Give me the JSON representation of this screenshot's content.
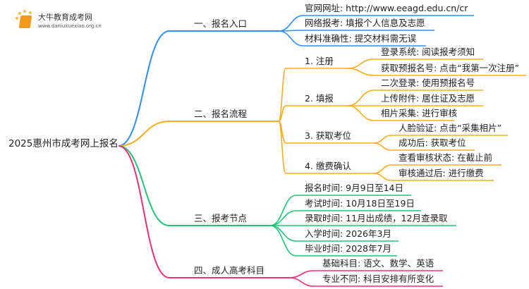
{
  "logo": {
    "name": "大牛教育成考网",
    "url": "www.daniuxuexiao.org.cn"
  },
  "colors": {
    "b1": "#2f8ef5",
    "b2": "#f6ad1f",
    "b3": "#22c378",
    "b4": "#ef2f76"
  },
  "root": "2025惠州市成考网上报名",
  "branches": [
    {
      "label": "一、报名入口",
      "children": [
        {
          "label": "官网网址: http://www.eeagd.edu.cn/cr"
        },
        {
          "label": "网络报考: 填报个人信息及志愿"
        },
        {
          "label": "材料准确性: 提交材料需无误"
        }
      ]
    },
    {
      "label": "二、报名流程",
      "children": [
        {
          "label": "1. 注册",
          "children": [
            {
              "label": "登录系统: 阅读报考须知"
            },
            {
              "label": "获取预报名号: 点击“我第一次注册”"
            }
          ]
        },
        {
          "label": "2. 填报",
          "children": [
            {
              "label": "二次登录: 使用预报名号"
            },
            {
              "label": "上传附件: 居住证及志愿"
            },
            {
              "label": "相片采集: 进行审核"
            }
          ]
        },
        {
          "label": "3. 获取考位",
          "children": [
            {
              "label": "人脸验证: 点击“采集相片”"
            },
            {
              "label": "成功后: 获取考位"
            }
          ]
        },
        {
          "label": "4. 缴费确认",
          "children": [
            {
              "label": "查看审核状态: 在截止前"
            },
            {
              "label": "审核通过后: 进行缴费"
            }
          ]
        }
      ]
    },
    {
      "label": "三、报考节点",
      "children": [
        {
          "label": "报名时间: 9月9日至14日"
        },
        {
          "label": "考试时间: 10月18日至19日"
        },
        {
          "label": "录取时间: 11月出成绩，12月查录取"
        },
        {
          "label": "入学时间: 2026年3月"
        },
        {
          "label": "毕业时间: 2028年7月"
        }
      ]
    },
    {
      "label": "四、成人高考科目",
      "children": [
        {
          "label": "基础科目: 语文、数学、英语"
        },
        {
          "label": "专业不同: 科目安排有所变化"
        }
      ]
    }
  ]
}
